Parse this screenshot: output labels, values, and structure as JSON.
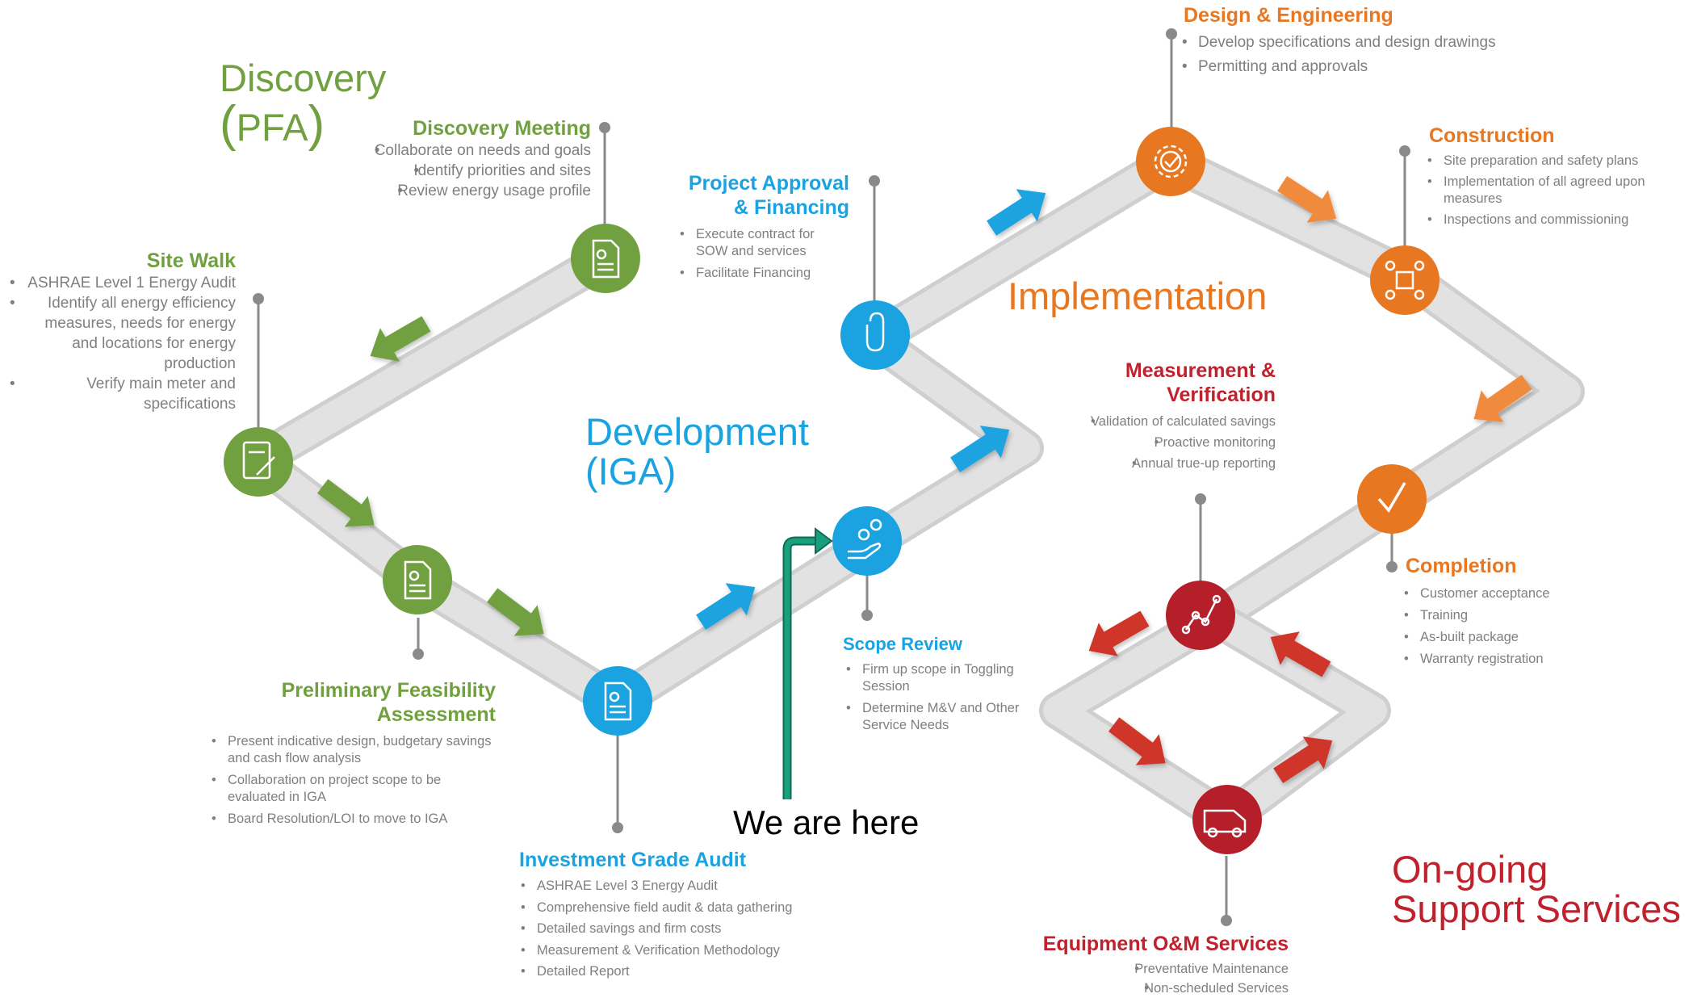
{
  "colors": {
    "discovery": "#70a03f",
    "development": "#1aa3e0",
    "implementation": "#e87722",
    "support": "#c0212c",
    "road": "#dcdcdc",
    "bullet_text": "#7f7f7f",
    "marker": "#138a6e"
  },
  "phases": {
    "discovery_line1": "Discovery",
    "discovery_line2": "PFA",
    "development_line1": "Development",
    "development_line2": "(IGA)",
    "implementation": "Implementation",
    "support_line1": "On-going",
    "support_line2": "Support Services"
  },
  "marker": {
    "label": "We are here"
  },
  "steps": {
    "site_walk": {
      "title": "Site Walk",
      "icon": "notebook-pen-icon",
      "bullets": [
        "ASHRAE Level 1 Energy Audit",
        "Identify all energy efficiency measures, needs for energy and locations for energy production",
        "Verify main meter and specifications"
      ]
    },
    "discovery_meeting": {
      "title": "Discovery Meeting",
      "icon": "document-check-icon",
      "bullets": [
        "Collaborate on needs and goals",
        "Identify priorities and sites",
        "Review energy usage profile"
      ]
    },
    "pfa": {
      "title_line1": "Preliminary Feasibility",
      "title_line2": "Assessment",
      "icon": "document-list-icon",
      "bullets": [
        "Present indicative design, budgetary savings and cash flow analysis",
        "Collaboration on project scope to be evaluated in IGA",
        "Board Resolution/LOI  to move to IGA"
      ]
    },
    "iga": {
      "title": "Investment Grade Audit",
      "icon": "document-check-icon",
      "bullets": [
        "ASHRAE Level 3 Energy Audit",
        "Comprehensive field audit & data gathering",
        "Detailed savings and firm costs",
        "Measurement & Verification Methodology",
        "Detailed Report"
      ]
    },
    "scope_review": {
      "title": "Scope Review",
      "icon": "hand-coins-icon",
      "bullets": [
        "Firm up scope in Toggling Session",
        "Determine M&V and Other Service Needs"
      ]
    },
    "approval": {
      "title_line1": "Project Approval",
      "title_line2": "& Financing",
      "icon": "touch-hand-icon",
      "bullets": [
        "Execute contract for SOW and services",
        "Facilitate Financing"
      ]
    },
    "design": {
      "title": "Design & Engineering",
      "icon": "gear-check-icon",
      "bullets": [
        "Develop specifications and design drawings",
        "Permitting and approvals"
      ]
    },
    "construction": {
      "title": "Construction",
      "icon": "network-nodes-icon",
      "bullets": [
        "Site preparation and safety plans",
        "Implementation of all agreed upon measures",
        "Inspections and commissioning"
      ]
    },
    "completion": {
      "title": "Completion",
      "icon": "checkmark-icon",
      "bullets": [
        "Customer acceptance",
        "Training",
        "As-built package",
        "Warranty registration"
      ]
    },
    "mv": {
      "title_line1": "Measurement &",
      "title_line2": "Verification",
      "icon": "line-chart-icon",
      "bullets": [
        "Validation of calculated savings",
        "Proactive monitoring",
        "Annual  true-up reporting"
      ]
    },
    "om": {
      "title": "Equipment O&M Services",
      "icon": "service-van-icon",
      "bullets": [
        "Preventative Maintenance",
        "Non-scheduled Services"
      ]
    }
  }
}
